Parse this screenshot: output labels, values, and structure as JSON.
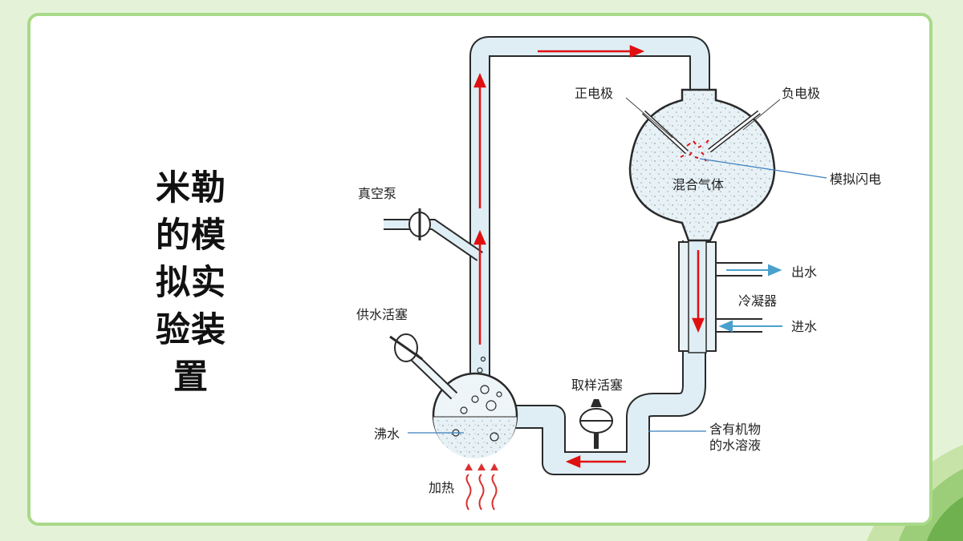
{
  "slide": {
    "title_lines": [
      "米勒",
      "的模",
      "拟实",
      "验装",
      "置"
    ]
  },
  "diagram": {
    "labels": {
      "positive_electrode": "正电极",
      "negative_electrode": "负电极",
      "mixed_gas": "混合气体",
      "simulated_lightning": "模拟闪电",
      "vacuum_pump": "真空泵",
      "water_supply_stopcock": "供水活塞",
      "condenser": "冷凝器",
      "water_out": "出水",
      "water_in": "进水",
      "sampling_stopcock": "取样活塞",
      "boiling_water": "沸水",
      "organic_solution_line1": "含有机物",
      "organic_solution_line2": "的水溶液",
      "heating": "加热"
    },
    "colors": {
      "tube_fill": "#dfeef5",
      "outline": "#2a2a2a",
      "flow_arrow": "#e01010",
      "heat_arrow": "#d93030",
      "water_arrow": "#4aa0cc",
      "leader_line": "#3a7fbf"
    }
  }
}
